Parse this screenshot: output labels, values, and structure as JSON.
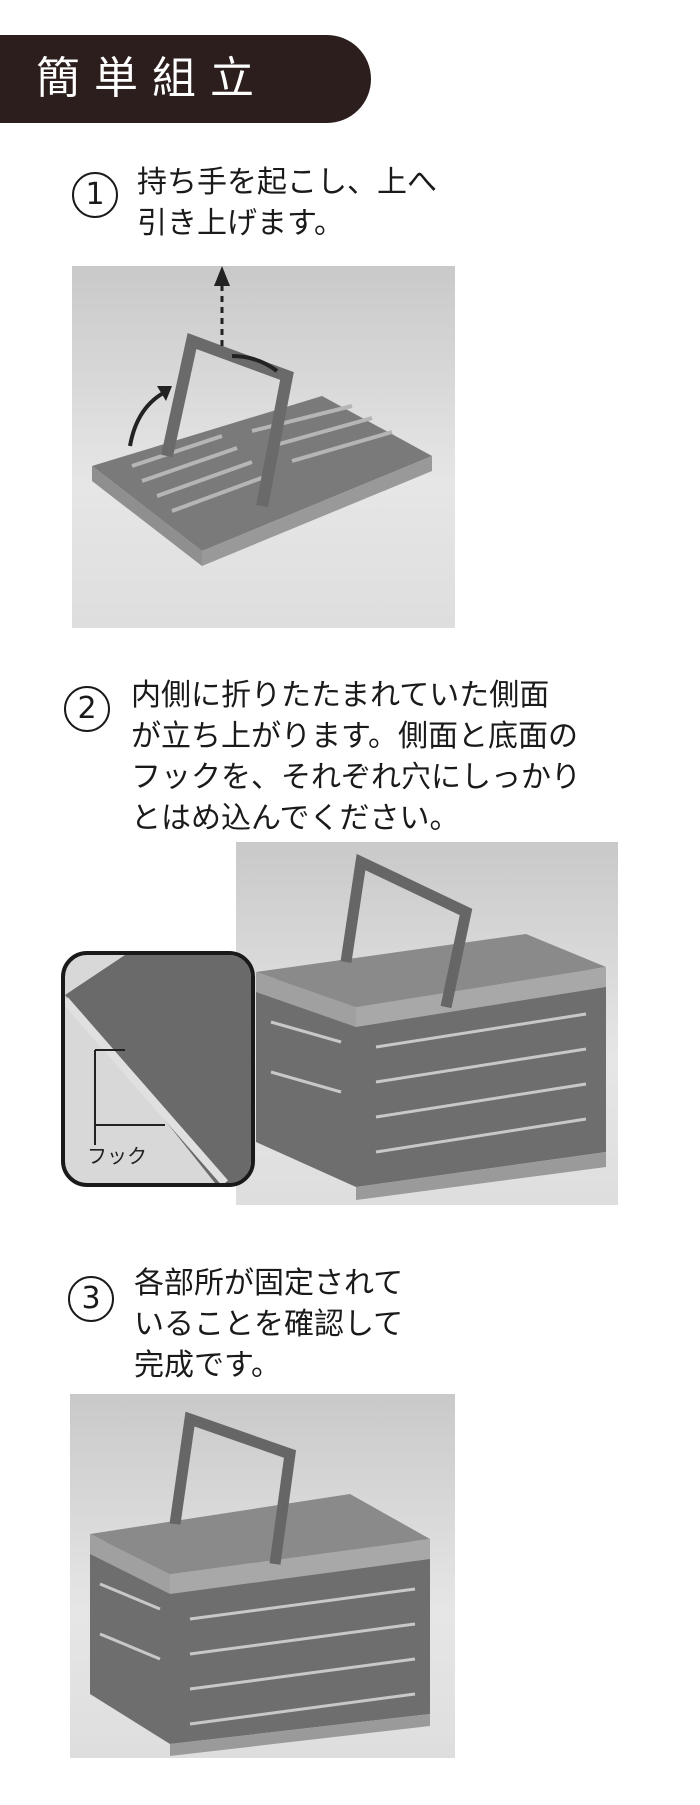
{
  "header": {
    "title": "簡単組立"
  },
  "steps": [
    {
      "number": "1",
      "text": "持ち手を起こし、上へ\n引き上げます。"
    },
    {
      "number": "2",
      "text": "内側に折りたたまれていた側面\nが立ち上がります。側面と底面の\nフックを、それぞれ穴にしっかり\nとはめ込んでください。"
    },
    {
      "number": "3",
      "text": "各部所が固定されて\nいることを確認して\n完成です。"
    }
  ],
  "inset": {
    "label": "フック"
  },
  "colors": {
    "header_bg": "#2b1e1c",
    "basket": "#6e6e6e",
    "rim": "#9a9a9a"
  }
}
